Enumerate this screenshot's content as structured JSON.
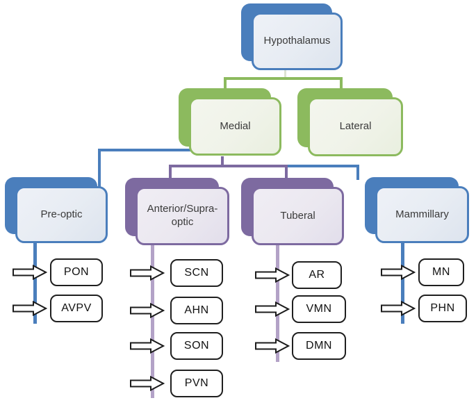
{
  "diagram": {
    "title_note": "Hypothalamus subdivision hierarchy",
    "root": {
      "label": "Hypothalamus"
    },
    "level2": [
      {
        "label": "Medial"
      },
      {
        "label": "Lateral"
      }
    ],
    "columns": [
      {
        "label": "Pre-optic",
        "scheme": "blue",
        "leaves": [
          "PON",
          "AVPV"
        ]
      },
      {
        "label": "Anterior/Supra-optic",
        "scheme": "purple",
        "leaves": [
          "SCN",
          "AHN",
          "SON",
          "PVN"
        ]
      },
      {
        "label": "Tuberal",
        "scheme": "purple",
        "leaves": [
          "AR",
          "VMN",
          "DMN"
        ]
      },
      {
        "label": "Mammillary",
        "scheme": "blue",
        "leaves": [
          "MN",
          "PHN"
        ]
      }
    ],
    "colors": {
      "blue": "#4a7ebc",
      "green": "#8cba5e",
      "purple": "#7d6aa0",
      "light_purple_line": "#b3a2c7",
      "leaf_border": "#1f1f1f",
      "text": "#3a3a3a"
    },
    "icons": {
      "leaf_marker": "right-arrow-icon"
    }
  }
}
